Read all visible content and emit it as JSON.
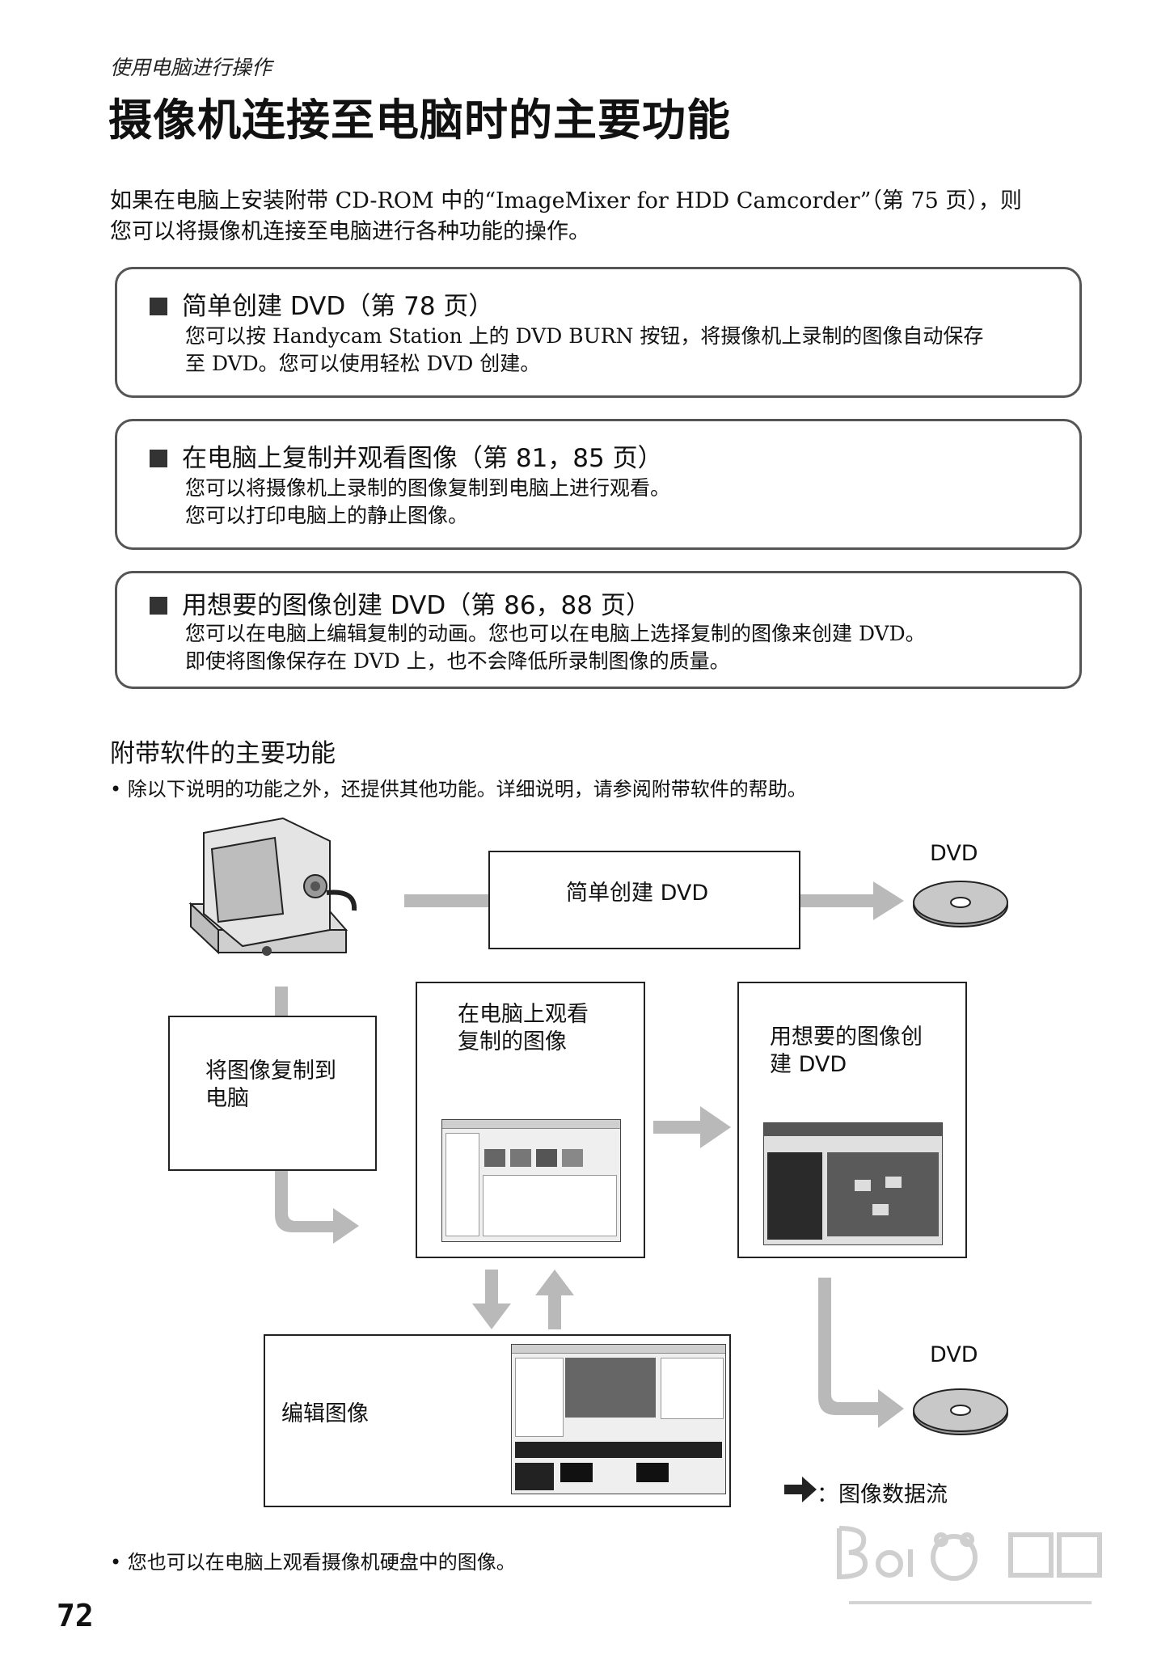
{
  "header": {
    "section_label": "使用电脑进行操作",
    "title": "摄像机连接至电脑时的主要功能"
  },
  "intro": {
    "line1": "如果在电脑上安装附带 CD-ROM 中的“ImageMixer for HDD Camcorder”（第 75 页），则",
    "line2": "您可以将摄像机连接至电脑进行各种功能的操作。"
  },
  "features": [
    {
      "heading": "简单创建 DVD（第 78 页）",
      "line1": "您可以按 Handycam Station 上的 DVD BURN 按钮，将摄像机上录制的图像自动保存",
      "line2": "至 DVD。您可以使用轻松 DVD 创建。"
    },
    {
      "heading": "在电脑上复制并观看图像（第 81，85 页）",
      "line1": "您可以将摄像机上录制的图像复制到电脑上进行观看。",
      "line2": "您可以打印电脑上的静止图像。"
    },
    {
      "heading": "用想要的图像创建 DVD（第 86，88 页）",
      "line1": "您可以在电脑上编辑复制的动画。您也可以在电脑上选择复制的图像来创建 DVD。",
      "line2": "即使将图像保存在 DVD 上，也不会降低所录制图像的质量。"
    }
  ],
  "software": {
    "heading": "附带软件的主要功能",
    "note": "• 除以下说明的功能之外，还提供其他功能。详细说明，请参阅附带软件的帮助。"
  },
  "diagram": {
    "easy_dvd": "简单创建 DVD",
    "dvd_top": "DVD",
    "copy_line1": "将图像复制到",
    "copy_line2": "电脑",
    "view_line1": "在电脑上观看",
    "view_line2": "复制的图像",
    "create_line1": "用想要的图像创",
    "create_line2": "建 DVD",
    "dvd_bottom": "DVD",
    "edit": "编辑图像",
    "legend": "：图像数据流"
  },
  "footer": {
    "note": "• 您也可以在电脑上观看摄像机硬盘中的图像。",
    "page_number": "72"
  },
  "colors": {
    "arrow": "#b9b9b9",
    "box_border": "#555555"
  }
}
